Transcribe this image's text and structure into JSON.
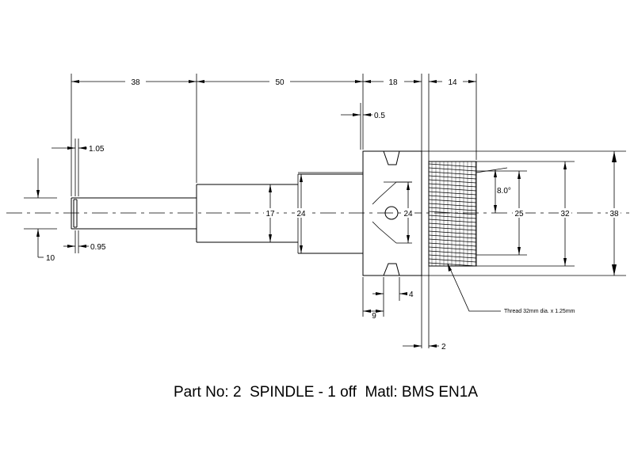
{
  "dimensions": {
    "d38_top": "38",
    "d50": "50",
    "d18": "18",
    "d14": "14",
    "d0_5": "0.5",
    "d1_05": "1.05",
    "d0_95": "0.95",
    "d10": "10",
    "d17": "17",
    "d24_shaft": "24",
    "d24_hole": "24",
    "d25": "25",
    "d32": "32",
    "d38_right": "38",
    "d4": "4",
    "d9": "9",
    "d2": "2",
    "angle": "8.0°"
  },
  "thread_note": "Thread 32mm dia. x 1.25mm",
  "caption": "Part No: 2  SPINDLE - 1 off  Matl: BMS EN1A"
}
